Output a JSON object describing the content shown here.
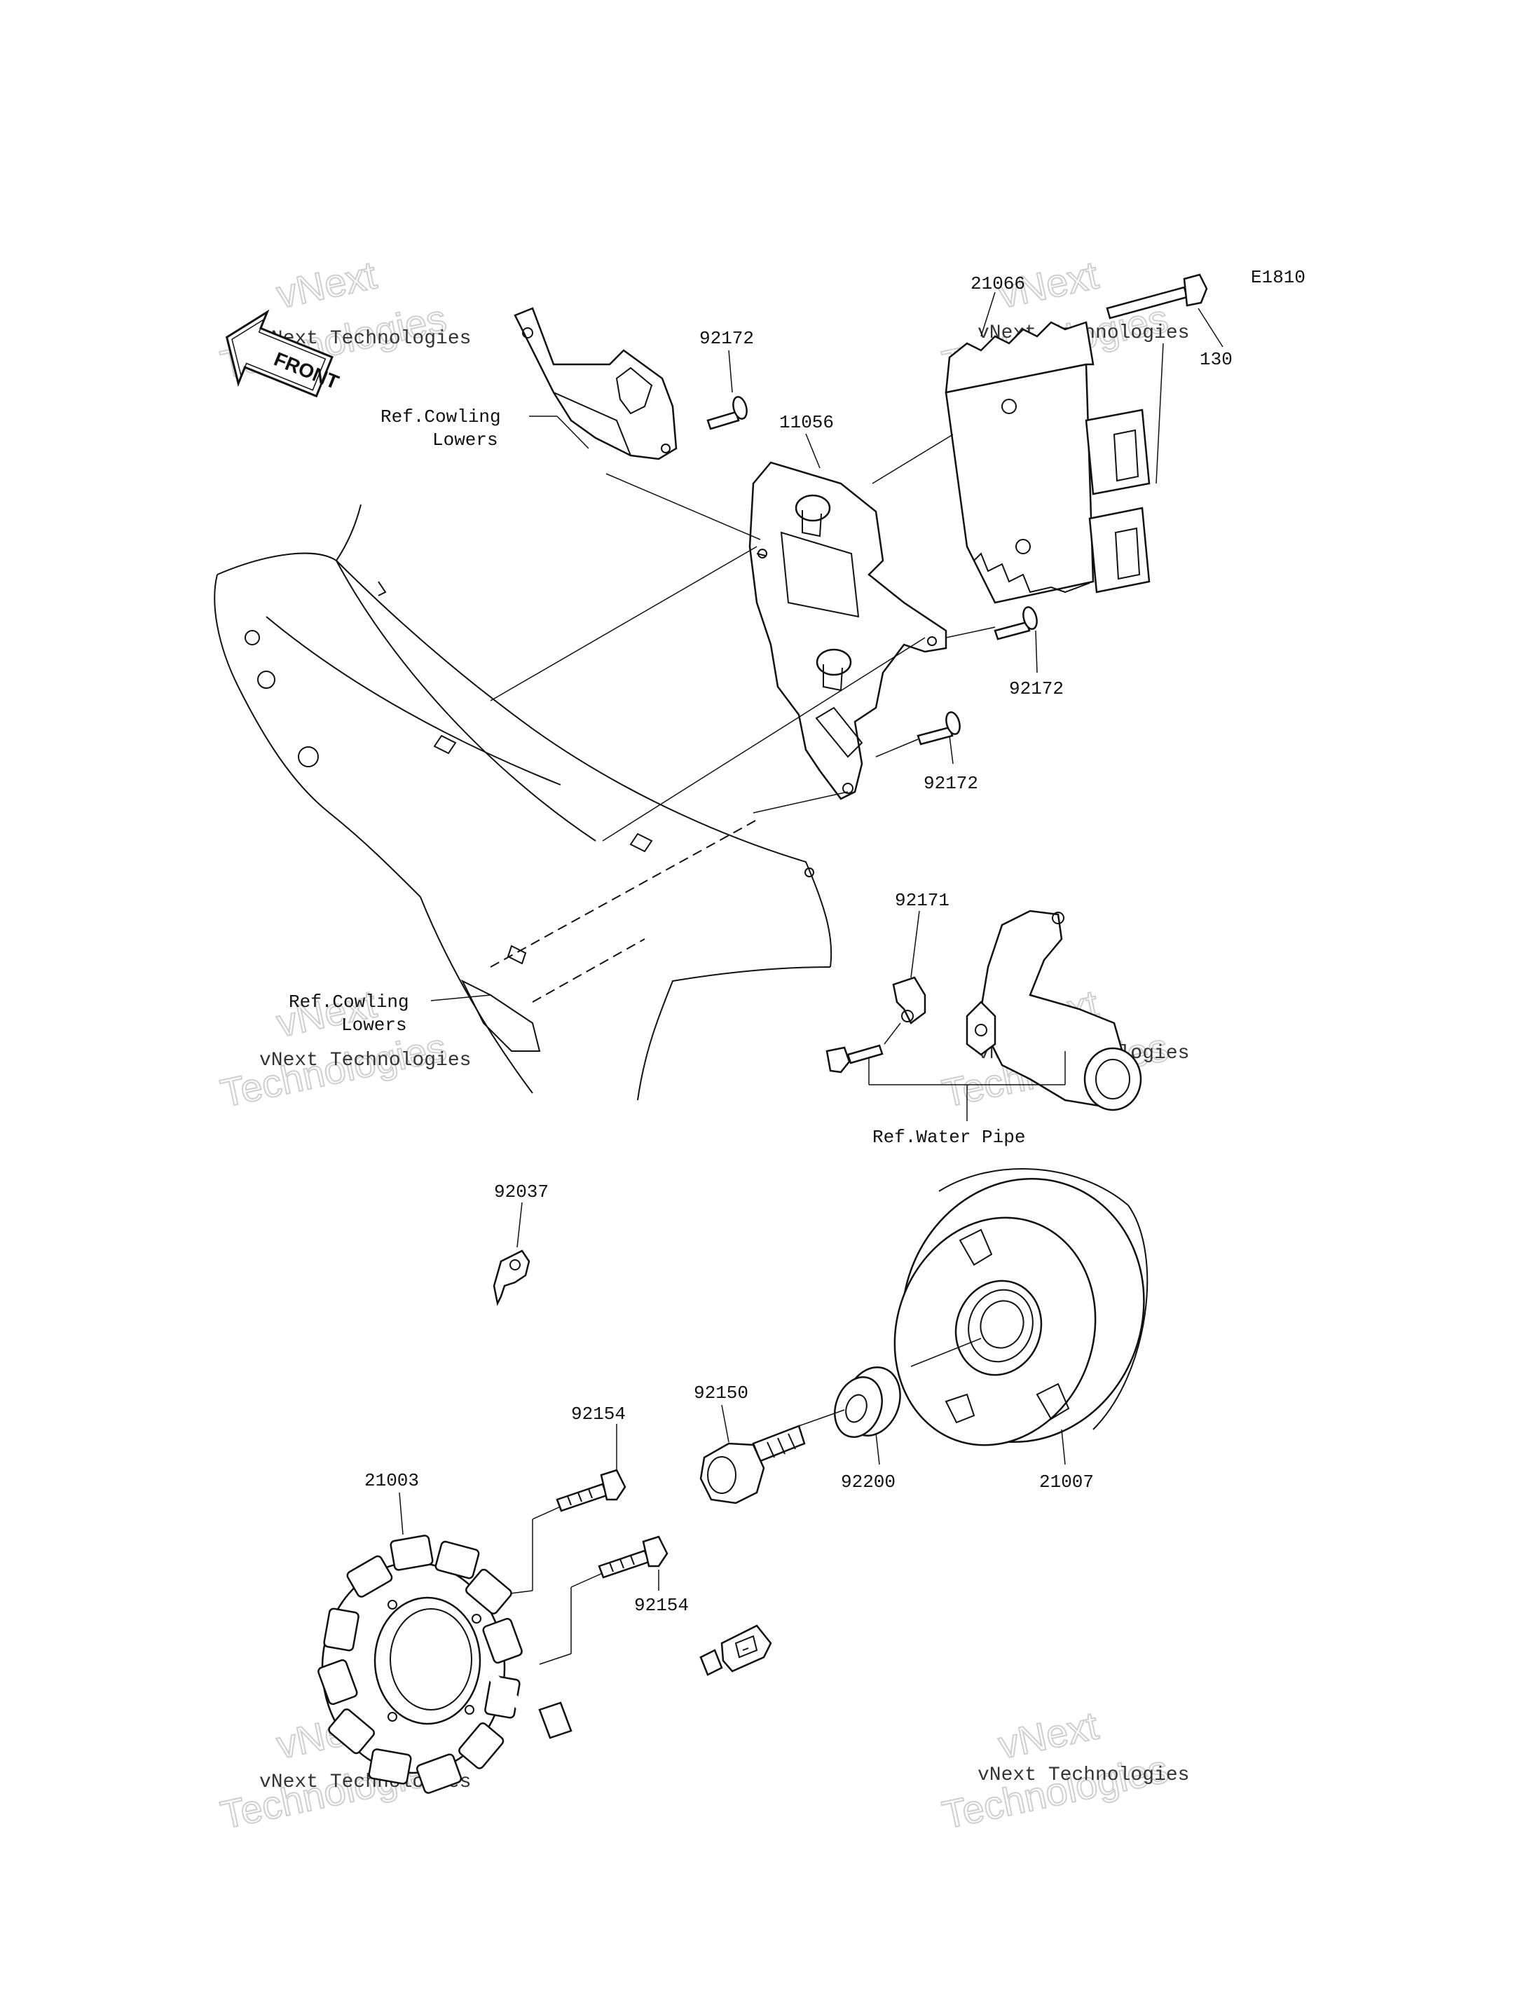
{
  "diagram_code": "E1810",
  "front_arrow_label": "FRONT",
  "parts": {
    "p21066": "21066",
    "p130": "130",
    "p92172_top": "92172",
    "p11056": "11056",
    "p92172_mid": "92172",
    "p92172_low": "92172",
    "p92171": "92171",
    "p92037": "92037",
    "p92150": "92150",
    "p92154_top": "92154",
    "p92154_low": "92154",
    "p21003": "21003",
    "p92200": "92200",
    "p21007": "21007"
  },
  "refs": {
    "cowling_top_line1": "Ref.Cowling",
    "cowling_top_line2": "Lowers",
    "cowling_bottom_line1": "Ref.Cowling",
    "cowling_bottom_line2": "Lowers",
    "water_pipe": "Ref.Water Pipe"
  },
  "watermark": {
    "line": "vNext Technologies",
    "big_top": "vNext",
    "big_bottom": "Technologies"
  }
}
